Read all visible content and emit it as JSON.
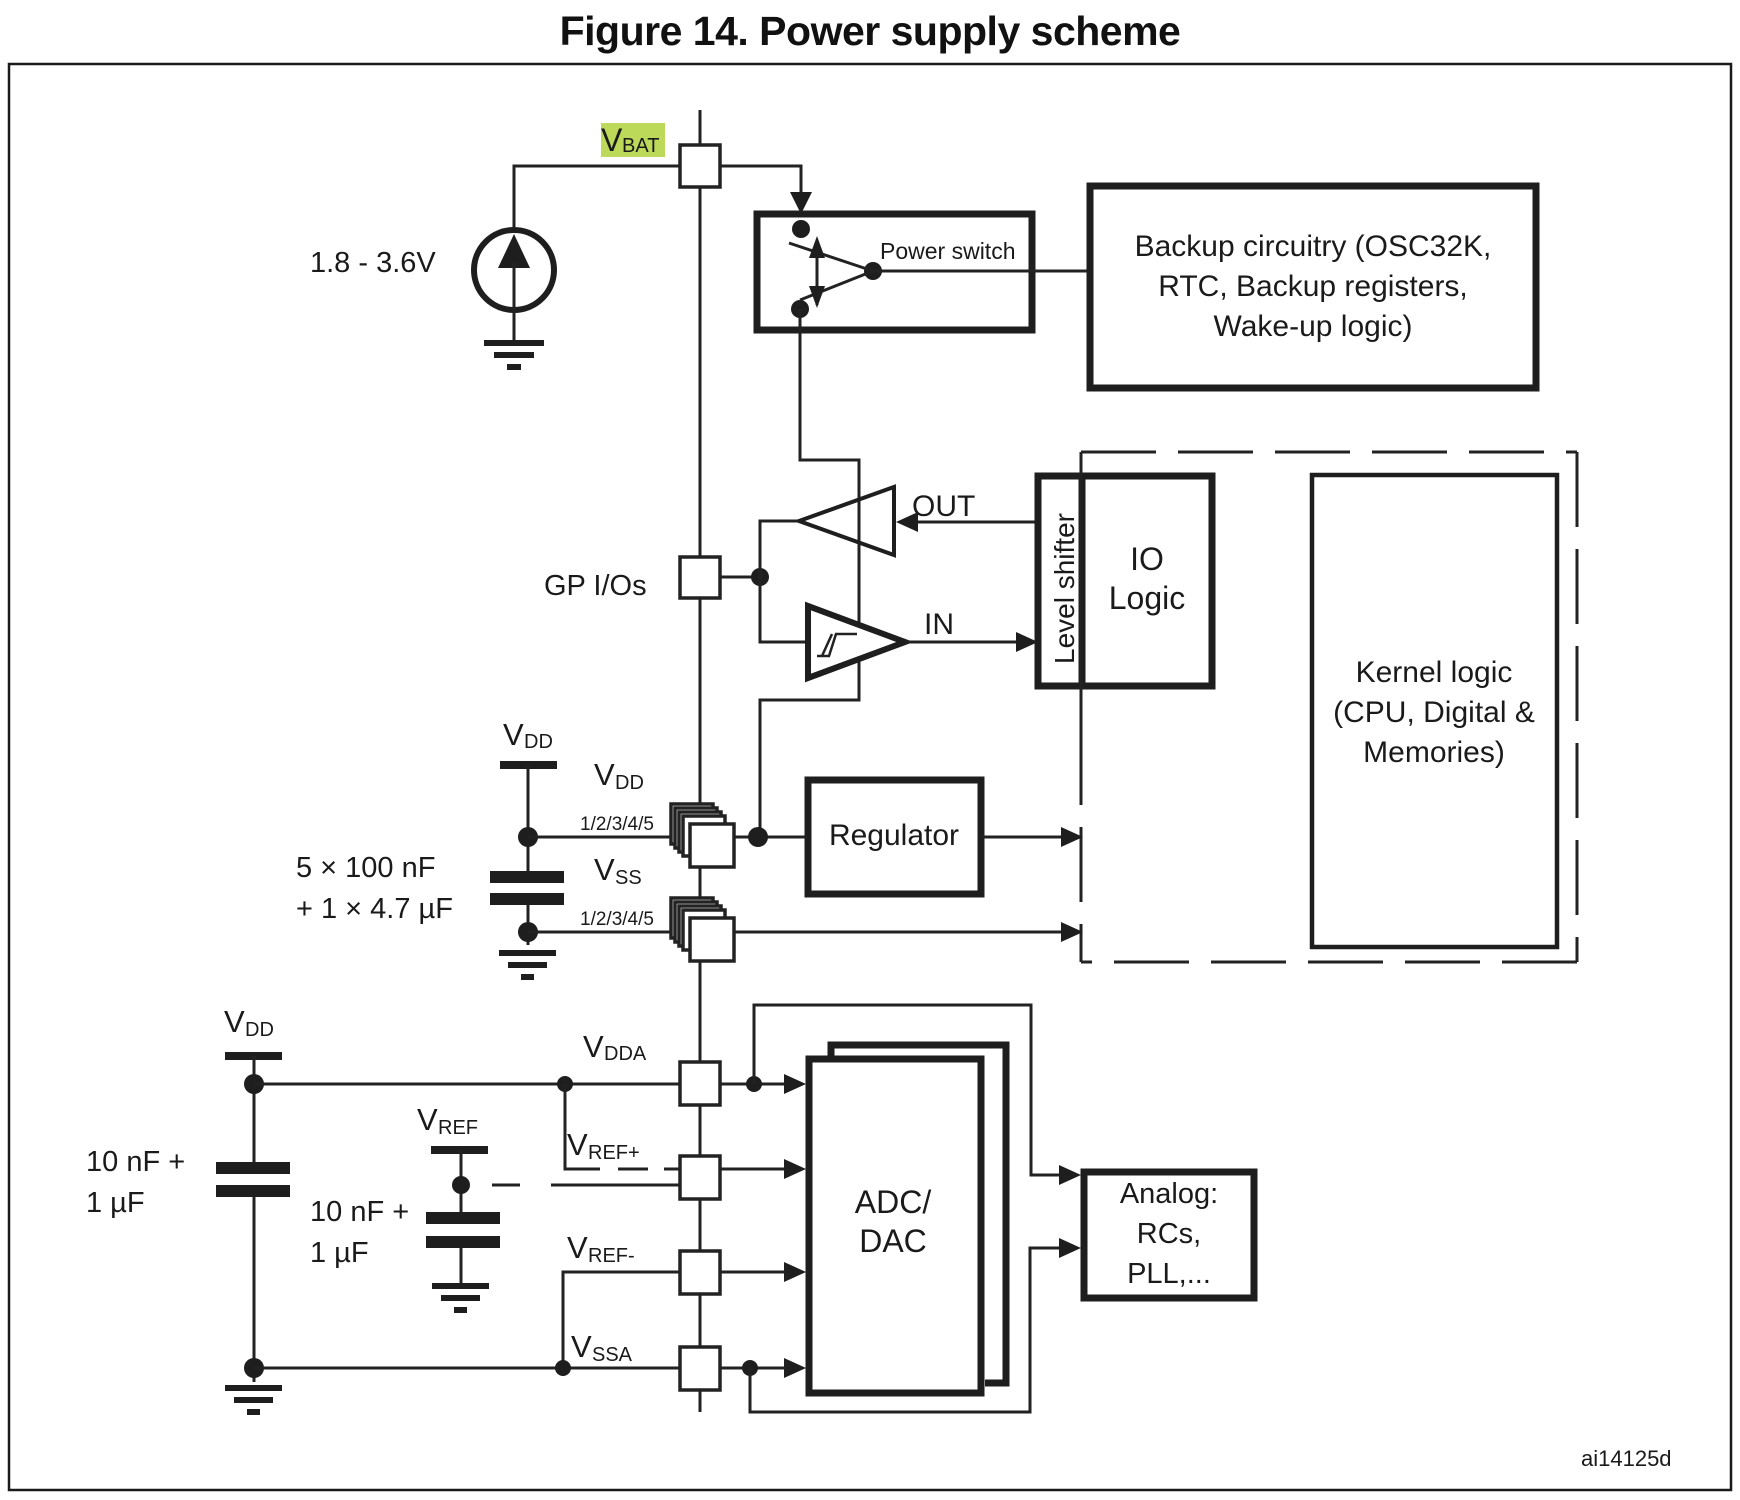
{
  "figure": {
    "title": "Figure 14. Power supply scheme",
    "reference_id": "ai14125d"
  },
  "colors": {
    "highlight": "#bcd95a",
    "line": "#1e1e1e",
    "background": "#ffffff"
  },
  "labels": {
    "vbat": {
      "main": "V",
      "sub": "BAT"
    },
    "battery_range": "1.8 - 3.6V",
    "power_switch": "Power switch",
    "backup_block": [
      "Backup circuitry (OSC32K,",
      "RTC, Backup registers,",
      "Wake-up logic)"
    ],
    "gpio": "GP I/Os",
    "out": "OUT",
    "in": "IN",
    "level_shifter": "Level shifter",
    "io_logic": [
      "IO",
      "Logic"
    ],
    "kernel_logic": [
      "Kernel logic",
      "(CPU, Digital &",
      "Memories)"
    ],
    "vdd_supply": {
      "main": "V",
      "sub": "DD"
    },
    "vdd_pin": {
      "main": "V",
      "sub": "DD"
    },
    "vss_pin": {
      "main": "V",
      "sub": "SS"
    },
    "pin_numbers_vdd": "1/2/3/4/5",
    "pin_numbers_vss": "1/2/3/4/5",
    "decoupling_main": [
      "5 × 100 nF",
      "+ 1 × 4.7 µF"
    ],
    "regulator": "Regulator",
    "vdd_analog_supply": {
      "main": "V",
      "sub": "DD"
    },
    "vdda": {
      "main": "V",
      "sub": "DDA"
    },
    "vref": {
      "main": "V",
      "sub": "REF"
    },
    "vref_plus": {
      "main": "V",
      "sub": "REF+"
    },
    "vref_minus": {
      "main": "V",
      "sub": "REF-"
    },
    "vssa": {
      "main": "V",
      "sub": "SSA"
    },
    "decoupling_analog": [
      "10 nF +",
      "1 µF"
    ],
    "decoupling_vref": [
      "10 nF +",
      "1 µF"
    ],
    "adc_dac": [
      "ADC/",
      "DAC"
    ],
    "analog_block": [
      "Analog:",
      "RCs,",
      "PLL,..."
    ]
  }
}
